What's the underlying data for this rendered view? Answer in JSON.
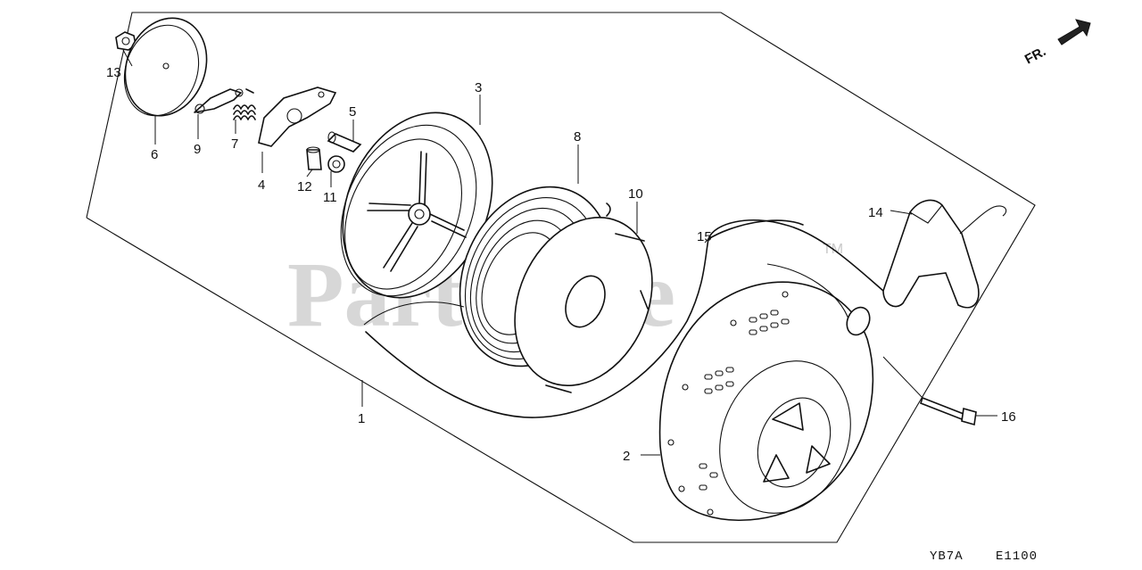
{
  "watermark": {
    "text": "PartsTree",
    "trademark": "TM"
  },
  "orientation": {
    "label": "FR."
  },
  "footer": {
    "diagram_code": "YB7A",
    "revision_code": "E1100"
  },
  "callouts": [
    {
      "id": "c1",
      "number": "1"
    },
    {
      "id": "c2",
      "number": "2"
    },
    {
      "id": "c3",
      "number": "3"
    },
    {
      "id": "c4",
      "number": "4"
    },
    {
      "id": "c5",
      "number": "5"
    },
    {
      "id": "c6",
      "number": "6"
    },
    {
      "id": "c7",
      "number": "7"
    },
    {
      "id": "c8",
      "number": "8"
    },
    {
      "id": "c9",
      "number": "9"
    },
    {
      "id": "c10",
      "number": "10"
    },
    {
      "id": "c11",
      "number": "11"
    },
    {
      "id": "c12",
      "number": "12"
    },
    {
      "id": "c13",
      "number": "13"
    },
    {
      "id": "c14",
      "number": "14"
    },
    {
      "id": "c15",
      "number": "15"
    },
    {
      "id": "c16",
      "number": "16"
    }
  ]
}
